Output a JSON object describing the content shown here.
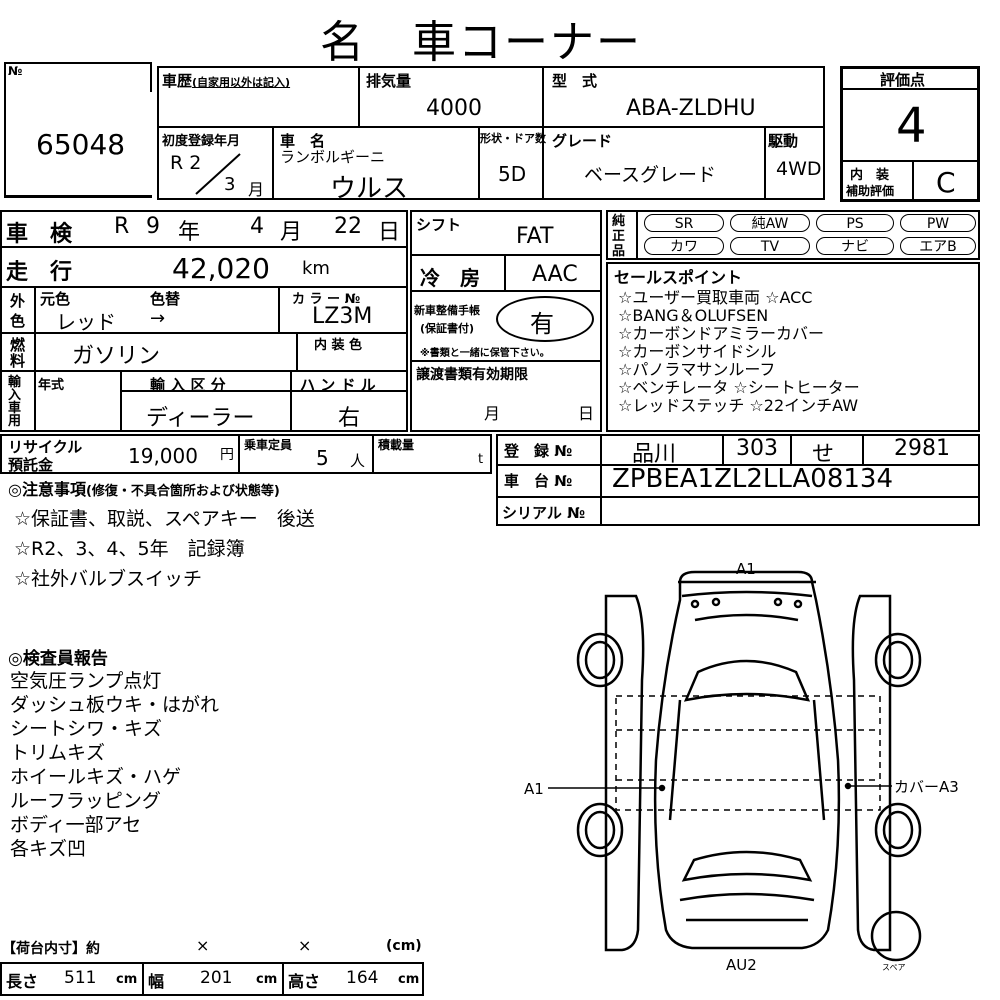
{
  "header": {
    "title": "名　車コーナー"
  },
  "lot": {
    "label": "№",
    "number": "65048"
  },
  "history": {
    "label": "車歴",
    "sub": "(自家用以外は記入)"
  },
  "displacement": {
    "label": "排気量",
    "value": "4000"
  },
  "model_type": {
    "label": "型　式",
    "value": "ABA-ZLDHU"
  },
  "first_reg": {
    "label": "初度登録年月",
    "era_year": "R 2",
    "month": "3",
    "month_unit": "月"
  },
  "car_name": {
    "label": "車　名",
    "maker": "ランボルギーニ",
    "name": "ウルス"
  },
  "doors": {
    "label": "形状・ドア数",
    "value": "5D"
  },
  "grade": {
    "label": "グレード",
    "value": "ベースグレード"
  },
  "drive": {
    "label": "駆動",
    "value": "4WD"
  },
  "score": {
    "label": "評価点",
    "value": "4",
    "interior_label1": "内　装",
    "interior_label2": "補助評価",
    "interior_value": "C"
  },
  "inspection": {
    "label": "車　検",
    "era": "R",
    "year": "9",
    "y_unit": "年",
    "month": "4",
    "m_unit": "月",
    "day": "22",
    "d_unit": "日"
  },
  "shift": {
    "label": "シフト",
    "value": "FAT"
  },
  "mileage": {
    "label": "走　行",
    "value": "42,020",
    "unit": "km"
  },
  "ac": {
    "label": "冷　房",
    "value": "AAC"
  },
  "color": {
    "side1": "外",
    "side2": "色",
    "orig_label": "元色",
    "repaint_label": "色替",
    "code_label": "カ ラ ー №",
    "orig": "レッド",
    "arrow": "→",
    "code": "LZ3M"
  },
  "fuel": {
    "side1": "燃",
    "side2": "料",
    "value": "ガソリン",
    "interior_color_label": "内 装 色"
  },
  "maint": {
    "label1": "新車整備手帳",
    "label2": "(保証書付)",
    "value": "有",
    "note": "※書類と一緒に保管下さい。"
  },
  "import": {
    "side": "輸入車用",
    "year_label": "年式",
    "kind_label": "輸 入 区 分",
    "handle_label": "ハ ン ド ル",
    "kind": "ディーラー",
    "handle": "右"
  },
  "transfer": {
    "label": "譲渡書類有効期限",
    "month": "月",
    "day": "日"
  },
  "equipment": {
    "side1": "純",
    "side2": "正",
    "side3": "品",
    "items": [
      "SR",
      "純AW",
      "PS",
      "PW",
      "カワ",
      "TV",
      "ナビ",
      "エアB"
    ]
  },
  "sales_points": {
    "label": "セールスポイント",
    "lines": [
      "☆ユーザー買取車両 ☆ACC",
      "☆BANG＆OLUFSEN",
      "☆カーボンドアミラーカバー",
      "☆カーボンサイドシル",
      "☆パノラマサンルーフ",
      "☆ベンチレータ ☆シートヒーター",
      "☆レッドステッチ ☆22インチAW"
    ]
  },
  "recycle": {
    "label1": "リサイクル",
    "label2": "預託金",
    "value": "19,000",
    "unit": "円"
  },
  "capacity": {
    "label": "乗車定員",
    "value": "5",
    "unit": "人"
  },
  "load": {
    "label": "積載量",
    "unit": "t"
  },
  "registration": {
    "label": "登　録 №",
    "area": "品川",
    "class": "303",
    "kana": "せ",
    "number": "2981"
  },
  "chassis": {
    "label": "車　台 №",
    "value": "ZPBEA1ZL2LLA08134"
  },
  "serial": {
    "label": "シリアル №"
  },
  "notes": {
    "title": "◎注意事項",
    "sub": "(修復・不具合箇所および状態等)",
    "lines": [
      "☆保証書、取説、スペアキー　後送",
      "☆R2、3、4、5年　記録簿",
      "☆社外バルブスイッチ"
    ]
  },
  "inspector": {
    "title": "◎検査員報告",
    "lines": [
      "空気圧ランプ点灯",
      "ダッシュ板ウキ・はがれ",
      "シートシワ・キズ",
      "トリムキズ",
      "ホイールキズ・ハゲ",
      "ルーフラッピング",
      "ボディ一部アセ",
      "各キズ凹"
    ]
  },
  "diagram": {
    "top": "A1",
    "left": "A1",
    "right": "カバーA3",
    "bottom": "AU2",
    "spare": "スペア"
  },
  "cargo": {
    "label": "【荷台内寸】約",
    "x1": "×",
    "x2": "×",
    "unit": "(cm)"
  },
  "dims": {
    "len_label": "長さ",
    "len": "511",
    "wid_label": "幅",
    "wid": "201",
    "hei_label": "高さ",
    "hei": "164",
    "unit": "cm"
  }
}
